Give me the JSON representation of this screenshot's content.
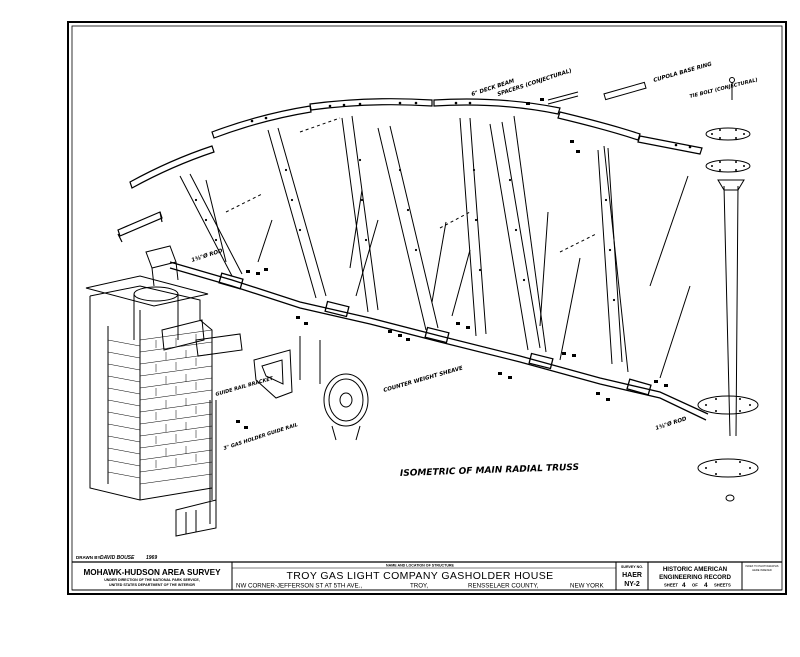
{
  "drawing": {
    "main_caption": "ISOMETRIC OF MAIN RADIAL TRUSS",
    "callouts": {
      "deck_beam": "6\" DECK BEAM",
      "spacers": "SPACERS (CONJECTURAL)",
      "cupola_base_ring": "CUPOLA BASE RING",
      "tie_bolt": "TIE BOLT (CONJECTURAL)",
      "rod_top": "1⅜\"Ø ROD",
      "rod_bottom": "1⅜\"Ø ROD",
      "counter_weight_sheave": "COUNTER WEIGHT SHEAVE",
      "guide_rail_bracket": "GUIDE RAIL BRACKET",
      "guide_rail": "3\" GAS HOLDER GUIDE RAIL"
    }
  },
  "title_block": {
    "drawn_by_label": "DRAWN BY:",
    "drawn_by_name": "DAVID BOUSE",
    "drawn_by_year": "1969",
    "survey_name": "MOHAWK-HUDSON AREA SURVEY",
    "direction_line1": "UNDER DIRECTION OF THE NATIONAL PARK SERVICE,",
    "direction_line2": "UNITED STATES DEPARTMENT OF THE INTERIOR",
    "structure_label": "NAME AND LOCATION OF STRUCTURE",
    "structure_name": "TROY GAS LIGHT COMPANY  GASHOLDER HOUSE",
    "location_street": "NW CORNER-JEFFERSON ST AT 5TH AVE.,",
    "location_city": "TROY,",
    "location_county": "RENSSELAER COUNTY,",
    "location_state": "NEW YORK",
    "survey_no_label": "SURVEY NO.",
    "survey_code": "HAER",
    "survey_number": "NY-2",
    "record_line1": "HISTORIC AMERICAN",
    "record_line2": "ENGINEERING RECORD",
    "sheet_label": "SHEET",
    "sheet_number": "4",
    "sheets_of": "OF",
    "sheet_total": "4",
    "sheets_label": "SHEETS",
    "index_line1": "INDEX TO PHOTOGRAPHS",
    "index_line2": "HERE INDEXED"
  }
}
